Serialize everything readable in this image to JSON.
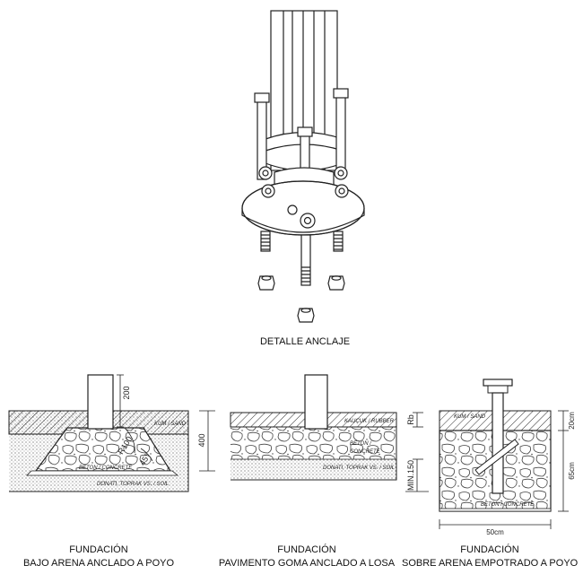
{
  "anchor_detail": {
    "title": "DETALLE ANCLAJE"
  },
  "foundations": [
    {
      "title_line1": "FUNDACIÓN",
      "title_line2": "BAJO ARENA ANCLADO A POYO",
      "sand_label": "KUM / SAND",
      "concrete_label": "BETON / CONCRETE",
      "soil_label": "DONATI, TOPRAK VS. / SOIL",
      "dim_top": "200",
      "dim_radius": "R100",
      "dim_angle": "45°",
      "dim_depth": "400"
    },
    {
      "title_line1": "FUNDACIÓN",
      "title_line2": "PAVIMENTO GOMA ANCLADO A LOSA",
      "rubber_label": "KAUÇUK / RUBBER",
      "concrete_label_1": "BETON /",
      "concrete_label_2": "CONCRETE",
      "soil_label": "DONATI, TOPRAK VS. / SOIL",
      "dim_top": "Rb",
      "dim_depth": "MIN.150"
    },
    {
      "title_line1": "FUNDACIÓN",
      "title_line2": "SOBRE ARENA EMPOTRADO A POYO",
      "sand_label": "KUM / SAND",
      "concrete_label": "BETON / CONCRETE",
      "dim_top": "20cm",
      "dim_depth": "65cm",
      "dim_width": "50cm"
    }
  ]
}
